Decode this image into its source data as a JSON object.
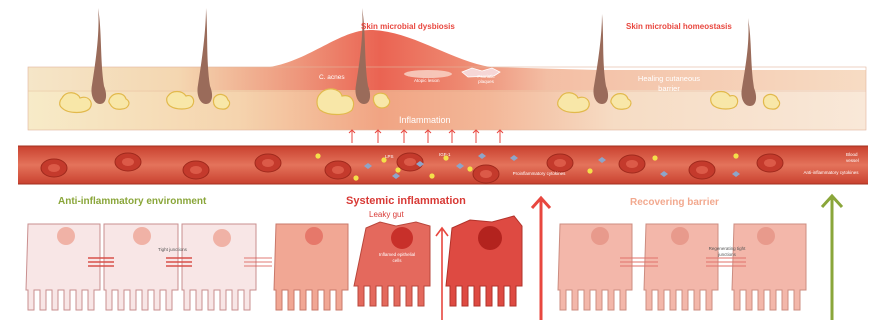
{
  "skin": {
    "dysbiosis_title": "Skin microbial dysbiosis",
    "homeostasis_title": "Skin microbial homeostasis",
    "acnes": "C. acnes",
    "atopic": "Atopic lesion",
    "psoriatic": "Psoriatic plaques",
    "healing": "Healing cutaneous barrier",
    "inflammation": "Inflammation"
  },
  "vessel": {
    "lps": "LPS",
    "igf": "IGF-1",
    "pro_cytokines": "Proinflammatory cytokines",
    "anti_cytokines": "Anti-inflammatory cytokines",
    "blood_vessel": "Blood vessel"
  },
  "gut": {
    "anti_env": "Anti-inflammatory environment",
    "systemic": "Systemic inflammation",
    "leaky": "Leaky gut",
    "recovering": "Recovering barrier",
    "tight_junctions": "Tight junctions",
    "inflamed_cells": "Inflamed epithelial cells",
    "regen_junctions": "Regenerating tight junctions"
  },
  "colors": {
    "skin_light": "#f6e9c8",
    "skin_red": "#e84a3e",
    "vessel": "#d9533f",
    "anti_green": "#8aa63a",
    "arrow_red": "#e8473f"
  }
}
